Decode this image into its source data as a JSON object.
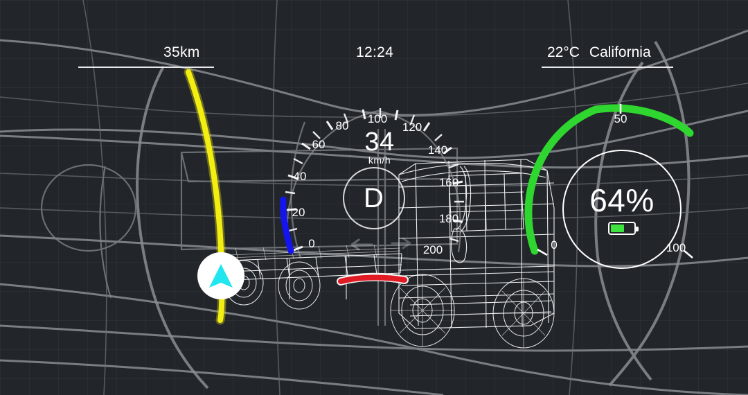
{
  "theme": {
    "background": "#22262b",
    "accent_green": "#2fd62f",
    "accent_yellow": "#f2ee12",
    "accent_blue": "#1414f0",
    "accent_red": "#e01b24",
    "accent_cyan": "#21e5ef",
    "text": "#ffffff",
    "wireframe": "#ffffff",
    "tunnel_line": "#8a8d90"
  },
  "status_bar": {
    "distance": "35km",
    "clock": "12:24",
    "temperature": "22°C",
    "location": "California"
  },
  "speedometer": {
    "type": "gauge",
    "value": 34,
    "value_label": "34",
    "unit": "km/h",
    "gear": "D",
    "min": 0,
    "max": 200,
    "major_ticks": [
      0,
      20,
      40,
      60,
      80,
      100,
      120,
      140,
      160,
      180,
      200
    ],
    "tick_labels": [
      "0",
      "20",
      "40",
      "60",
      "80",
      "100",
      "120",
      "140",
      "160",
      "180",
      "200"
    ],
    "arc_color": "#1414f0",
    "track_color": "#8a8d90"
  },
  "battery": {
    "type": "gauge",
    "value": 64,
    "value_label": "64%",
    "min": 0,
    "max": 100,
    "tick_labels": [
      "0",
      "50",
      "100"
    ],
    "arc_color": "#2fd62f",
    "track_color": "#8a8d90",
    "icon": "battery-icon",
    "icon_fill_percent": 60
  },
  "navigation": {
    "marker_icon": "navigation-arrow-icon",
    "route_color": "#f2ee12",
    "marker_arrow_color": "#21e5ef"
  },
  "indicators": {
    "turn_left_icon": "arrow-left-icon",
    "turn_right_icon": "arrow-right-icon",
    "brake_bar_color": "#e01b24"
  },
  "vehicle": {
    "model_name": "truck-wireframe"
  },
  "chart_data": [
    {
      "type": "gauge",
      "title": "Speed",
      "value": 34,
      "unit": "km/h",
      "range": [
        0,
        200
      ],
      "ticks": [
        0,
        20,
        40,
        60,
        80,
        100,
        120,
        140,
        160,
        180,
        200
      ],
      "arc_color": "#1414f0"
    },
    {
      "type": "gauge",
      "title": "Battery",
      "value": 64,
      "unit": "%",
      "range": [
        0,
        100
      ],
      "ticks": [
        0,
        50,
        100
      ],
      "arc_color": "#2fd62f"
    }
  ]
}
